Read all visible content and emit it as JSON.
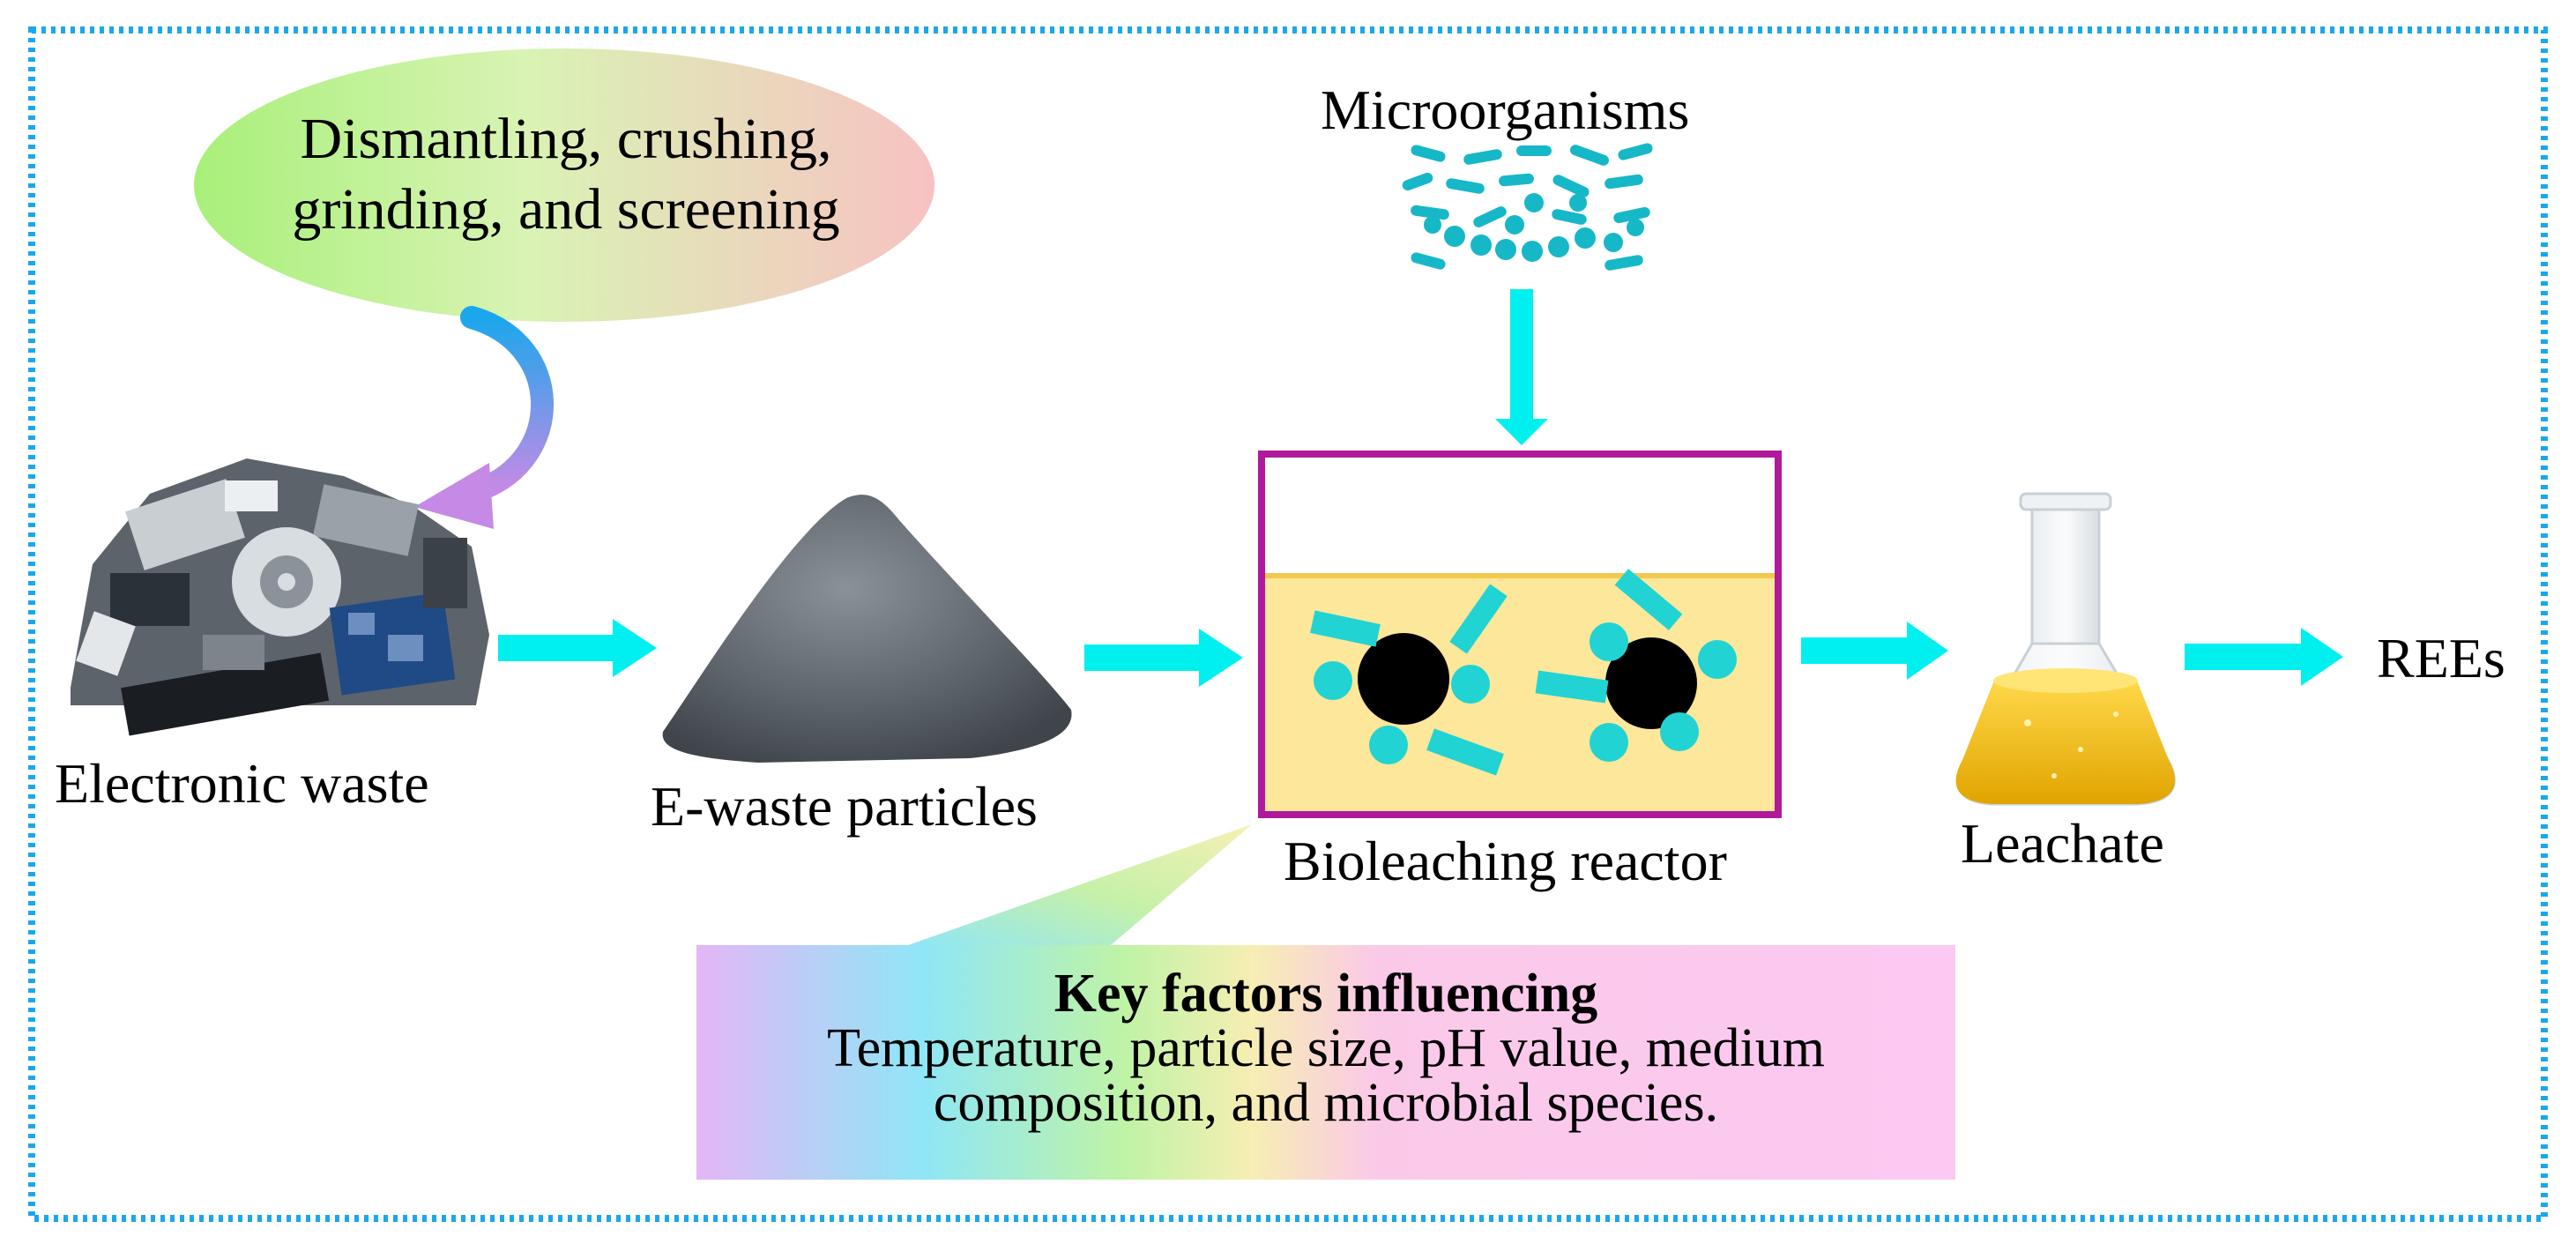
{
  "process_step": {
    "line1": "Dismantling, crushing,",
    "line2": "grinding, and screening"
  },
  "stages": {
    "electronic_waste": "Electronic waste",
    "ewaste_particles": "E-waste particles",
    "microorganisms": "Microorganisms",
    "bioleaching_reactor": "Bioleaching reactor",
    "leachate": "Leachate",
    "rees": "REEs"
  },
  "key_factors": {
    "title": "Key factors influencing",
    "line1": "Temperature, particle size, pH value, medium",
    "line2": "composition, and microbial species."
  },
  "colors": {
    "border": "#1aa7ec",
    "arrow": "#00f0f0",
    "reactor_frame": "#b0199a",
    "reactor_liquid": "#fde79a",
    "microbe": "#22d3d3",
    "particle": "#000000"
  }
}
